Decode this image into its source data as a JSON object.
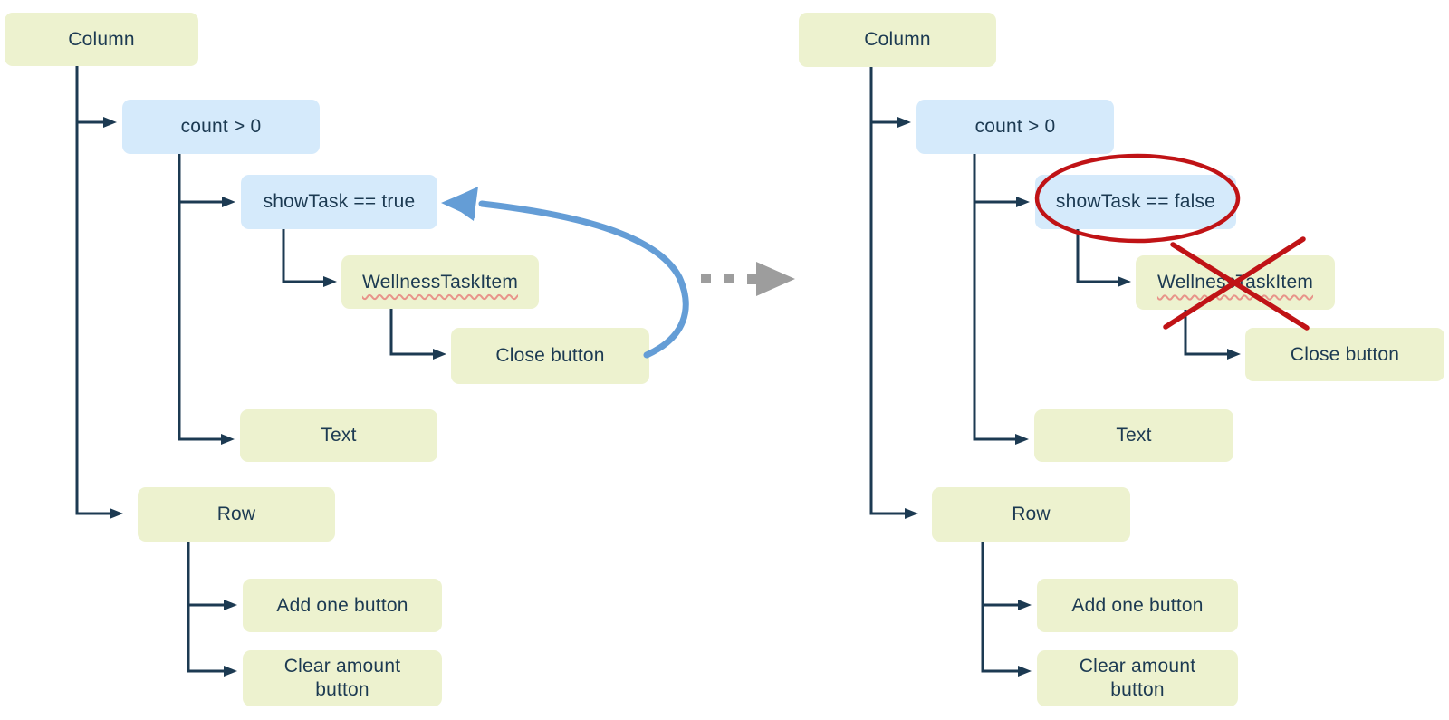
{
  "colors": {
    "node_green": "#edf2cf",
    "node_blue": "#d5eafb",
    "line_navy": "#1c3a52",
    "text_navy": "#1c3a52",
    "recompose_blue": "#649dd6",
    "transition_gray": "#9d9d9d",
    "annotation_red": "#c01316",
    "squiggle_red": "#e8948a",
    "canvas_white": "#ffffff"
  },
  "left_tree": {
    "column": "Column",
    "count_condition": "count > 0",
    "show_task_condition": "showTask == true",
    "wellness_task_item": "WellnessTaskItem",
    "close_button": "Close button",
    "text": "Text",
    "row": "Row",
    "add_one_button": "Add one button",
    "clear_amount_button": "Clear amount button"
  },
  "right_tree": {
    "column": "Column",
    "count_condition": "count > 0",
    "show_task_condition": "showTask == false",
    "wellness_task_item": "WellnessTaskItem",
    "close_button": "Close button",
    "text": "Text",
    "row": "Row",
    "add_one_button": "Add one button",
    "clear_amount_button": "Clear amount button"
  }
}
